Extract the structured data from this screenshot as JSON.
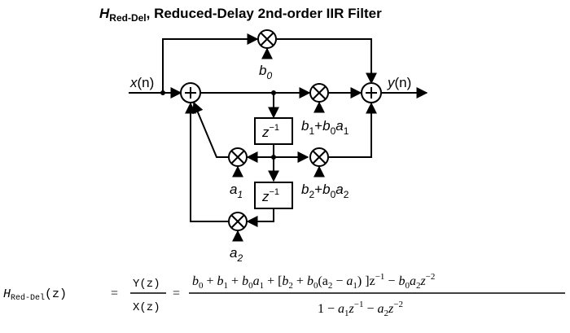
{
  "title": {
    "h": "H",
    "sub": "Red-Del",
    "rest": ", Reduced-Delay 2nd-order IIR Filter"
  },
  "diagram": {
    "input_label": {
      "main": "x",
      "arg": "(n)"
    },
    "output_label": {
      "main": "y",
      "arg": "(n)"
    },
    "delay": {
      "z": "z",
      "exp": "−1"
    },
    "coef_b0": {
      "base": "b",
      "sub": "0"
    },
    "coef_b1": {
      "b": "b",
      "s1": "1",
      "plus": "+",
      "b2": "b",
      "s2": "0",
      "a": "a",
      "s3": "1"
    },
    "coef_b2": {
      "b": "b",
      "s1": "2",
      "plus": "+",
      "b2": "b",
      "s2": "0",
      "a": "a",
      "s3": "2"
    },
    "coef_a1": {
      "base": "a",
      "sub": "1"
    },
    "coef_a2": {
      "base": "a",
      "sub": "2"
    }
  },
  "equation": {
    "lhs_h": "H",
    "lhs_sub": "Red-Del",
    "lhs_arg": "(z)",
    "eq1": "=",
    "ratio_num": "Y(z)",
    "ratio_den": "X(z)",
    "eq2": "=",
    "numerator": {
      "p1": "b",
      "p1s": "0",
      "plus1": " + ",
      "p2": "b",
      "p2s": "1",
      "plus2": " + ",
      "p3a": "b",
      "p3as": "0",
      "p3b": "a",
      "p3bs": "1",
      "plus3": " + [",
      "p4": "b",
      "p4s": "2",
      "plus4": " + ",
      "p5": "b",
      "p5s": "0",
      "p5b": "(a",
      "p5bs": "2",
      "minus5": " − ",
      "p6": "a",
      "p6s": "1",
      "close": ")",
      "bracket": " ]z",
      "exp1": "−1",
      "minus6": " − ",
      "p7": "b",
      "p7s": "0",
      "p7b": "a",
      "p7bs": "2",
      "p7c": "z",
      "exp2": "−2"
    },
    "denominator": {
      "one": "1",
      "minus1": " − ",
      "a": "a",
      "as": "1",
      "z1": "z",
      "e1": "−1",
      "minus2": " − ",
      "a2": "a",
      "a2s": "2",
      "z2": "z",
      "e2": "−2"
    }
  },
  "colors": {
    "ink": "#000000",
    "background": "#ffffff"
  }
}
